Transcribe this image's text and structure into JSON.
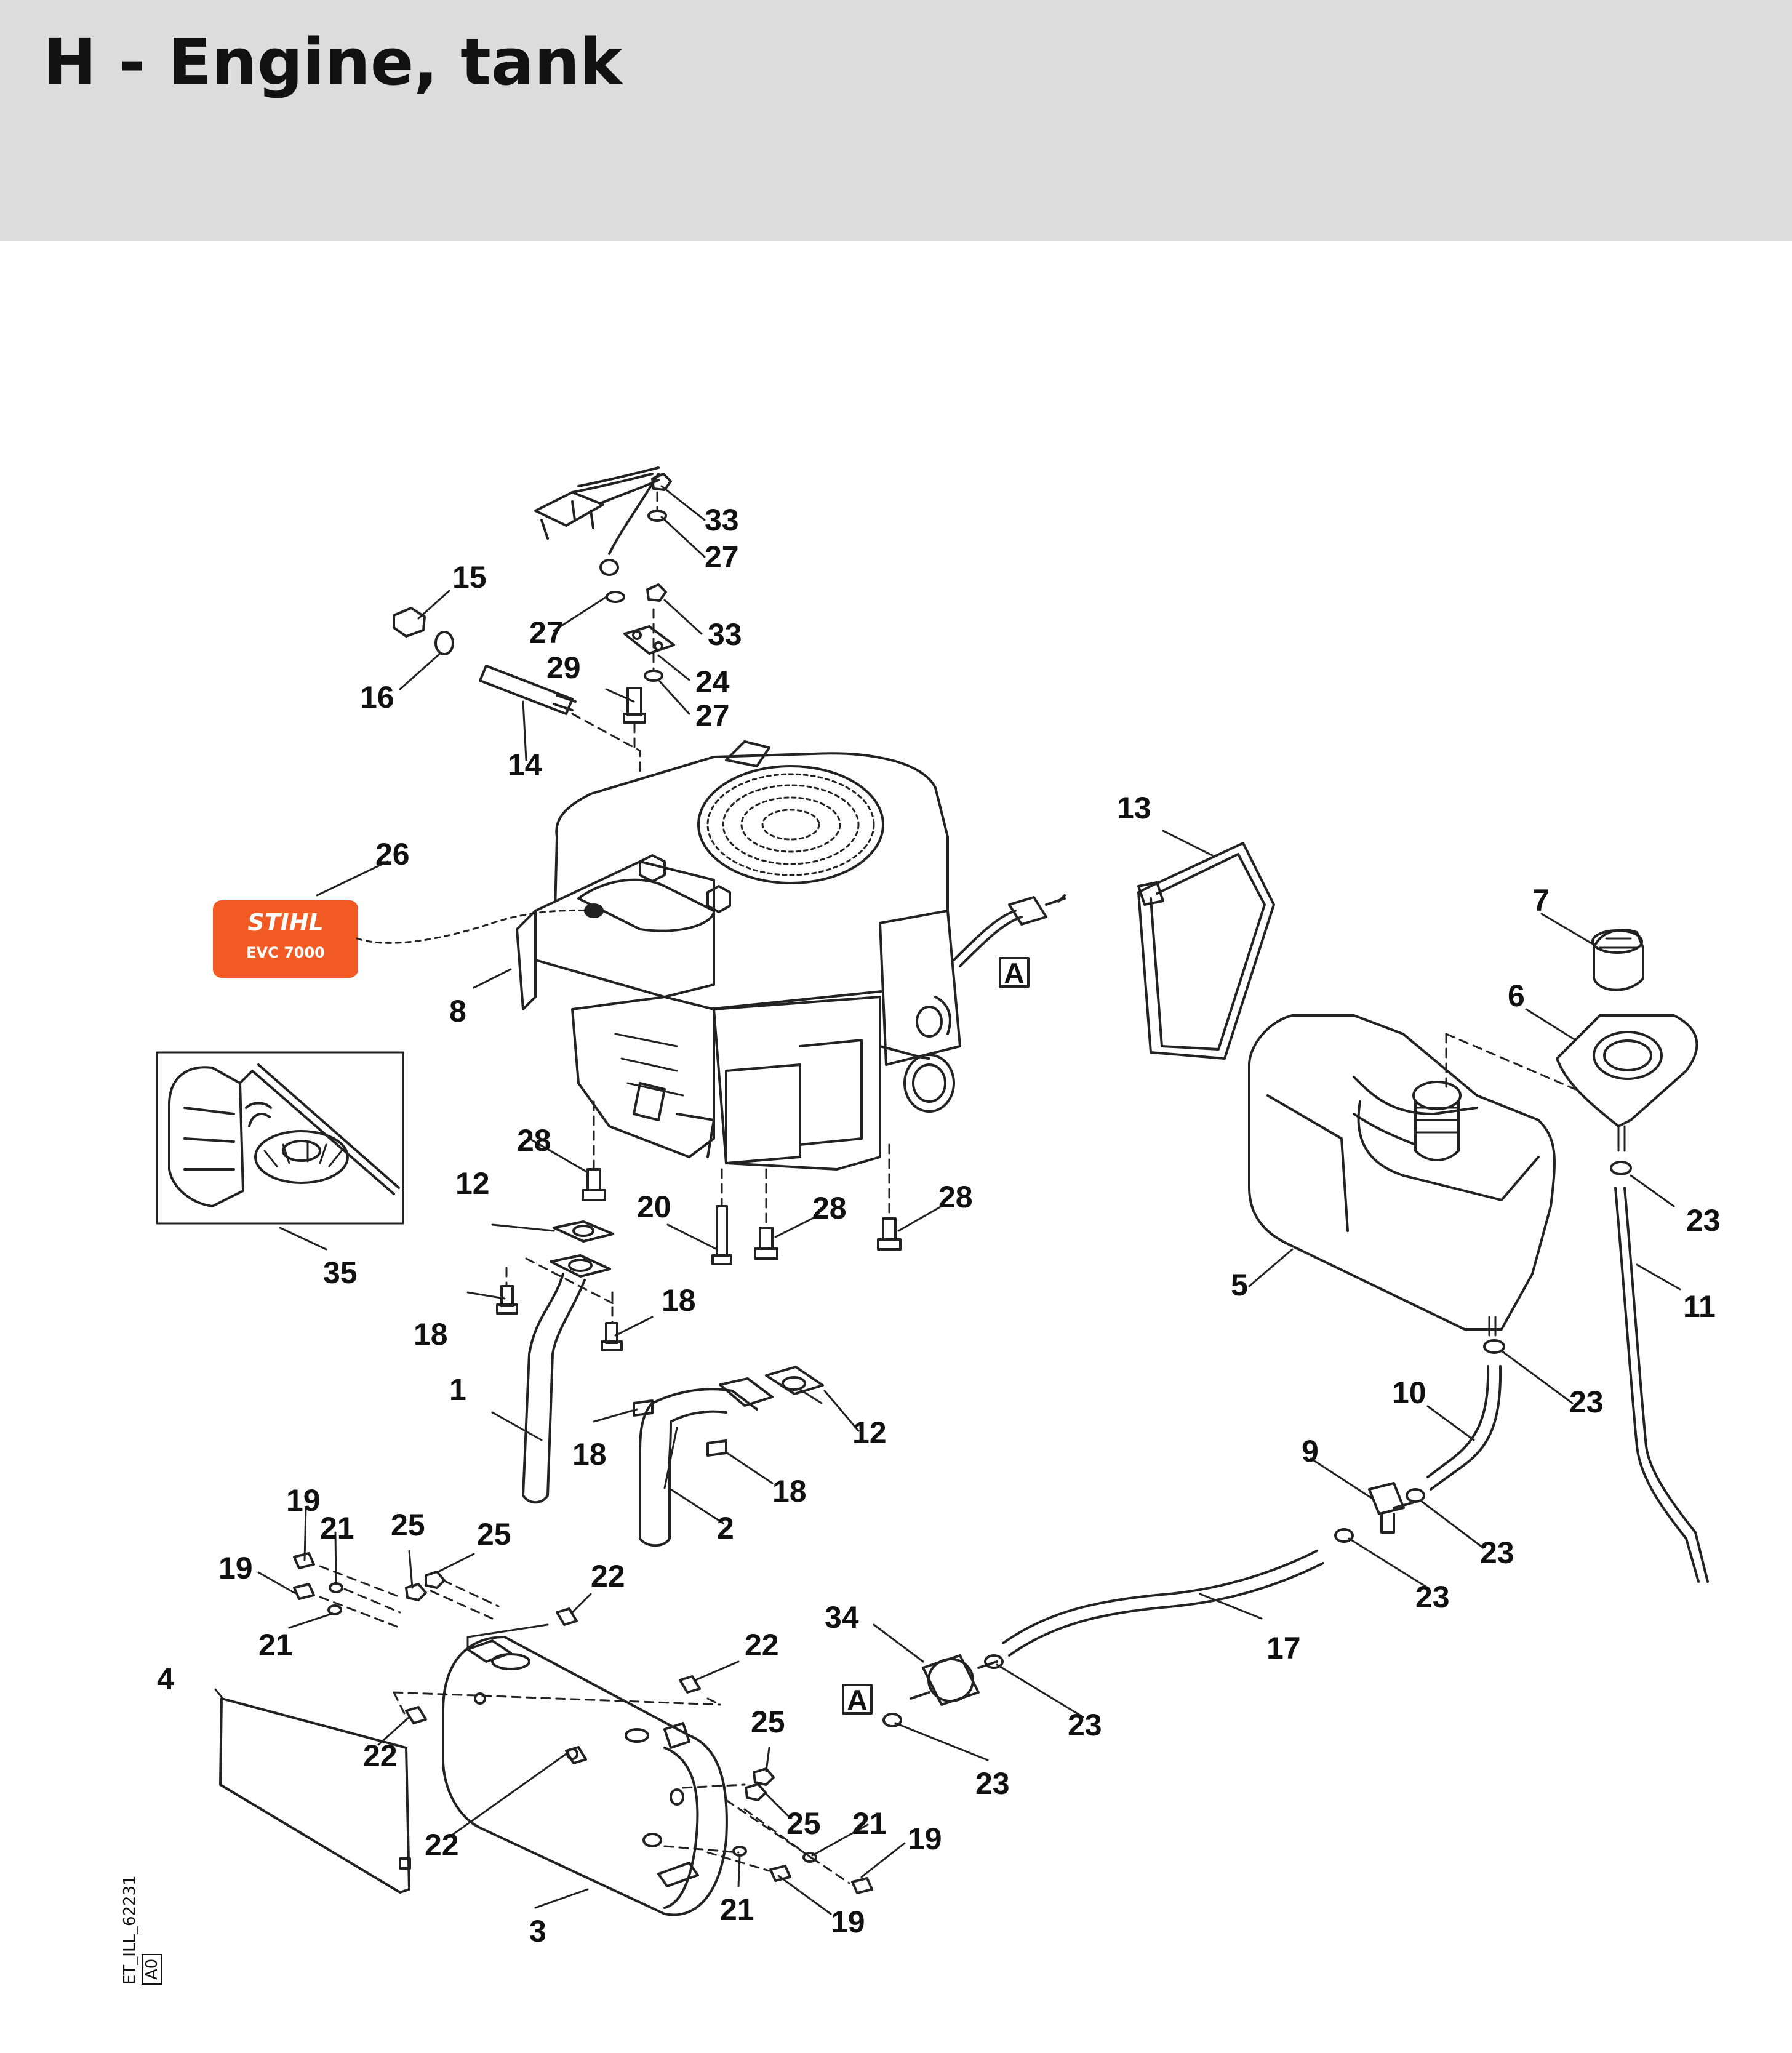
{
  "page": {
    "title": "H - Engine, tank"
  },
  "decal": {
    "brand": "STIHL",
    "model": "EVC 7000"
  },
  "reference_letter": "A",
  "drawing": {
    "id": "ET_ILL_62231",
    "revision": "A0"
  },
  "callouts": {
    "c1": "1",
    "c2": "2",
    "c3": "3",
    "c4": "4",
    "c5": "5",
    "c6": "6",
    "c7": "7",
    "c8": "8",
    "c9": "9",
    "c10": "10",
    "c11": "11",
    "c12a": "12",
    "c12b": "12",
    "c13": "13",
    "c14": "14",
    "c15": "15",
    "c16": "16",
    "c17": "17",
    "c18a": "18",
    "c18b": "18",
    "c18c": "18",
    "c18d": "18",
    "c19a": "19",
    "c19b": "19",
    "c19c": "19",
    "c19d": "19",
    "c20": "20",
    "c21a": "21",
    "c21b": "21",
    "c21c": "21",
    "c21d": "21",
    "c22a": "22",
    "c22b": "22",
    "c22c": "22",
    "c22d": "22",
    "c23a": "23",
    "c23b": "23",
    "c23c": "23",
    "c23d": "23",
    "c23e": "23",
    "c23f": "23",
    "c24": "24",
    "c25a": "25",
    "c25b": "25",
    "c25c": "25",
    "c25d": "25",
    "c26": "26",
    "c27a": "27",
    "c27b": "27",
    "c27c": "27",
    "c28a": "28",
    "c28b": "28",
    "c28c": "28",
    "c29": "29",
    "c33a": "33",
    "c33b": "33",
    "c34": "34",
    "c35": "35"
  }
}
